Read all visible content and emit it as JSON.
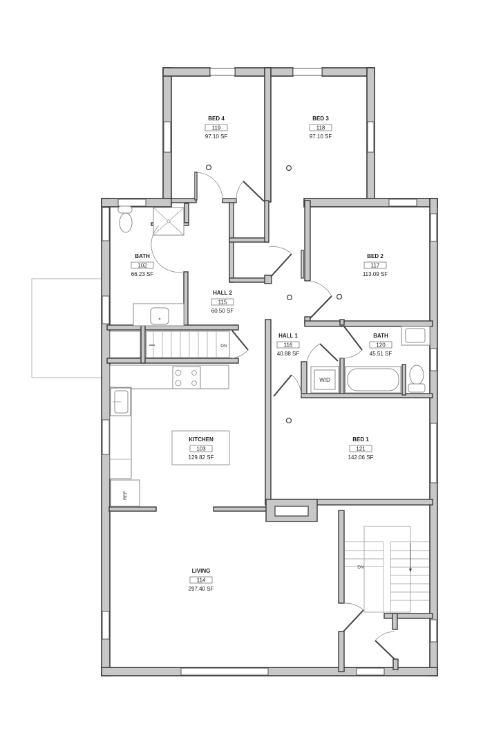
{
  "plan": {
    "rooms": [
      {
        "id": "bed4",
        "name": "BED 4",
        "number": "119",
        "area": "97.10 SF"
      },
      {
        "id": "bed3",
        "name": "BED 3",
        "number": "118",
        "area": "97.10 SF"
      },
      {
        "id": "bath102",
        "name": "BATH",
        "number": "102",
        "area": "66.23 SF"
      },
      {
        "id": "hall2",
        "name": "HALL 2",
        "number": "115",
        "area": "60.50 SF"
      },
      {
        "id": "bed2",
        "name": "BED 2",
        "number": "117",
        "area": "113.09 SF"
      },
      {
        "id": "hall1",
        "name": "HALL 1",
        "number": "116",
        "area": "40.88 SF"
      },
      {
        "id": "bath120",
        "name": "BATH",
        "number": "120",
        "area": "45.51 SF"
      },
      {
        "id": "kitchen",
        "name": "KITCHEN",
        "number": "103",
        "area": "129.82 SF"
      },
      {
        "id": "bed1",
        "name": "BED 1",
        "number": "121",
        "area": "142.06 SF"
      },
      {
        "id": "living",
        "name": "LIVING",
        "number": "114",
        "area": "297.40 SF"
      }
    ],
    "annotations": {
      "stair_upper_dn": "DN",
      "stair_lower_dn": "DN",
      "washer_dryer": "W/D",
      "refrigerator": "REF."
    }
  }
}
